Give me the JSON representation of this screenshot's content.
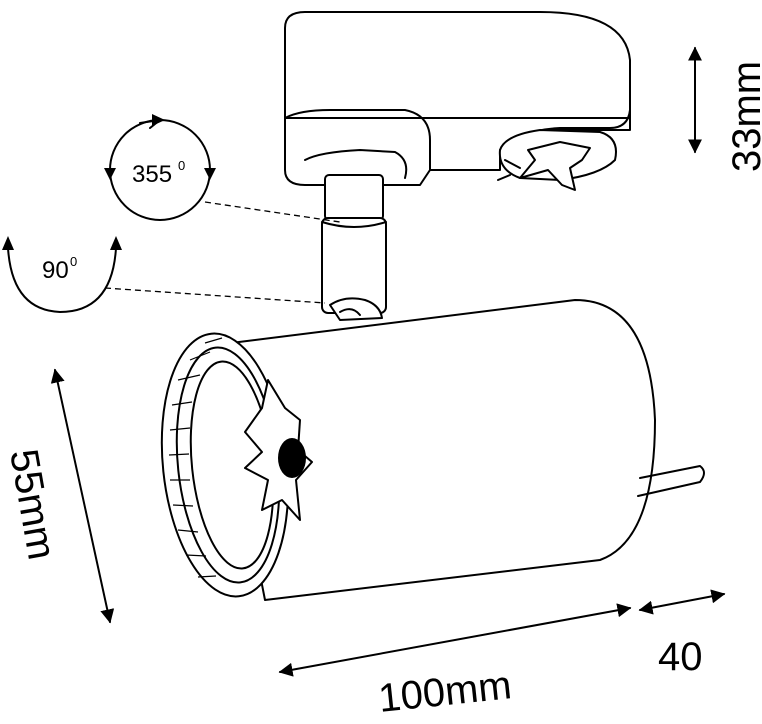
{
  "labels": {
    "dim_height": "33mm",
    "dim_diameter": "55mm",
    "dim_length": "100mm",
    "dim_tail": "40",
    "rotation_1_value": "355",
    "rotation_1_unit": "0",
    "rotation_2_value": "90",
    "rotation_2_unit": "0"
  }
}
